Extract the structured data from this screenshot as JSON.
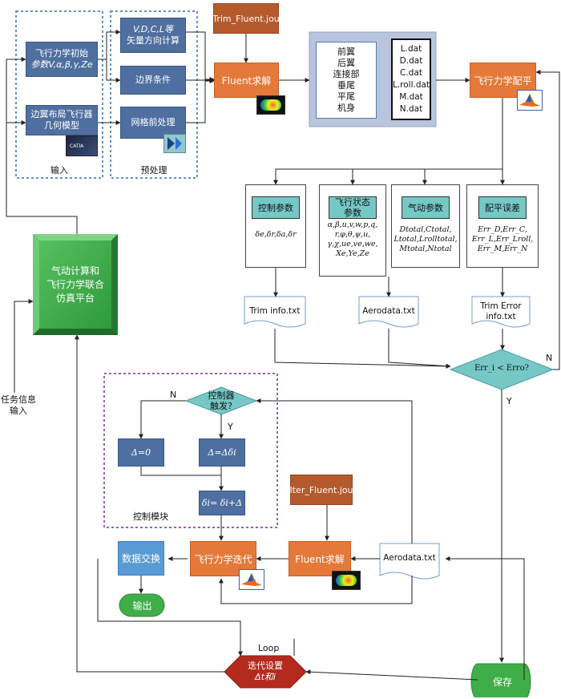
{
  "colors": {
    "blue": "#4f6fa0",
    "orange": "#e5793a",
    "green": "#3fae49",
    "teal": "#76c8c7",
    "red": "#b52a1e",
    "panel": "#b9c4dd"
  },
  "input_group": {
    "label": "输入",
    "flight_init_line1": "飞行力学初始",
    "flight_init_line2": "参数V,α,β,γ,Ze",
    "geometry_line1": "边翼布局飞行器",
    "geometry_line2": "几何模型",
    "catia_logo_text": "CATIA"
  },
  "preprocess_group": {
    "label": "预处理",
    "velocity_line1": "V,D,C,L等",
    "velocity_line2": "矢量方向计算",
    "boundary": "边界条件",
    "meshing": "网格前处理"
  },
  "top": {
    "trim_jou": "Trim_Fluent.jou",
    "fluent_solve": "Fluent求解",
    "components": [
      "前翼",
      "后翼",
      "连接部",
      "垂尾",
      "平尾",
      "机身"
    ],
    "dat_files": [
      "L.dat",
      "D.dat",
      "C.dat",
      "L.roll.dat",
      "M.dat",
      "N.dat"
    ],
    "trim": "飞行力学配平"
  },
  "platform": {
    "line1": "气动计算和",
    "line2": "飞行力学联合",
    "line3": "仿真平台"
  },
  "task_input": {
    "line1": "任务信息",
    "line2": "输入"
  },
  "panels": [
    {
      "title": "控制参数",
      "lines": [
        "δe,δr,δa,δr"
      ]
    },
    {
      "title": "飞行状态参数",
      "lines": [
        "α,β,u,v,w,p,q,",
        "r,φ,θ,ψ,u,",
        "γ,χ,ue,ve,we,",
        "Xe,Ye,Ze"
      ]
    },
    {
      "title": "气动参数",
      "lines": [
        "Dtotal,Ctotal,",
        "Ltotal,Lrolltotal,",
        "Mtotal,Ntotal"
      ]
    },
    {
      "title": "配平误差",
      "lines": [
        "Err_D,Err_C,",
        "Err_L,Err_Lroll,",
        "Err_M,Err_N"
      ]
    }
  ],
  "files": {
    "trim_info": "Trim info.txt",
    "aerodata": "Aerodata.txt",
    "trim_error_line1": "Trim Error",
    "trim_error_line2": "info.txt",
    "iter_jou": "Iter_Fluent.jou",
    "aerodata2": "Aerodata.txt"
  },
  "decision_err": "Err_i < Erro?",
  "labels": {
    "n1": "N",
    "y1": "Y",
    "n2": "N",
    "y2": "Y",
    "loop": "Loop"
  },
  "control_module": {
    "label": "控制模块",
    "trigger_line1": "控制器",
    "trigger_line2": "触发?",
    "delta_zero": "Δ=0",
    "delta_step": "Δ=Δδi",
    "delta_update": "δi= δi+Δ"
  },
  "bottom": {
    "flight_iter": "飞行力学迭代",
    "fluent_solve2": "Fluent求解",
    "data_exchange": "数据交换",
    "output": "输出",
    "save": "保存",
    "iter_line1": "迭代设置",
    "iter_line2": "Δt和i"
  }
}
